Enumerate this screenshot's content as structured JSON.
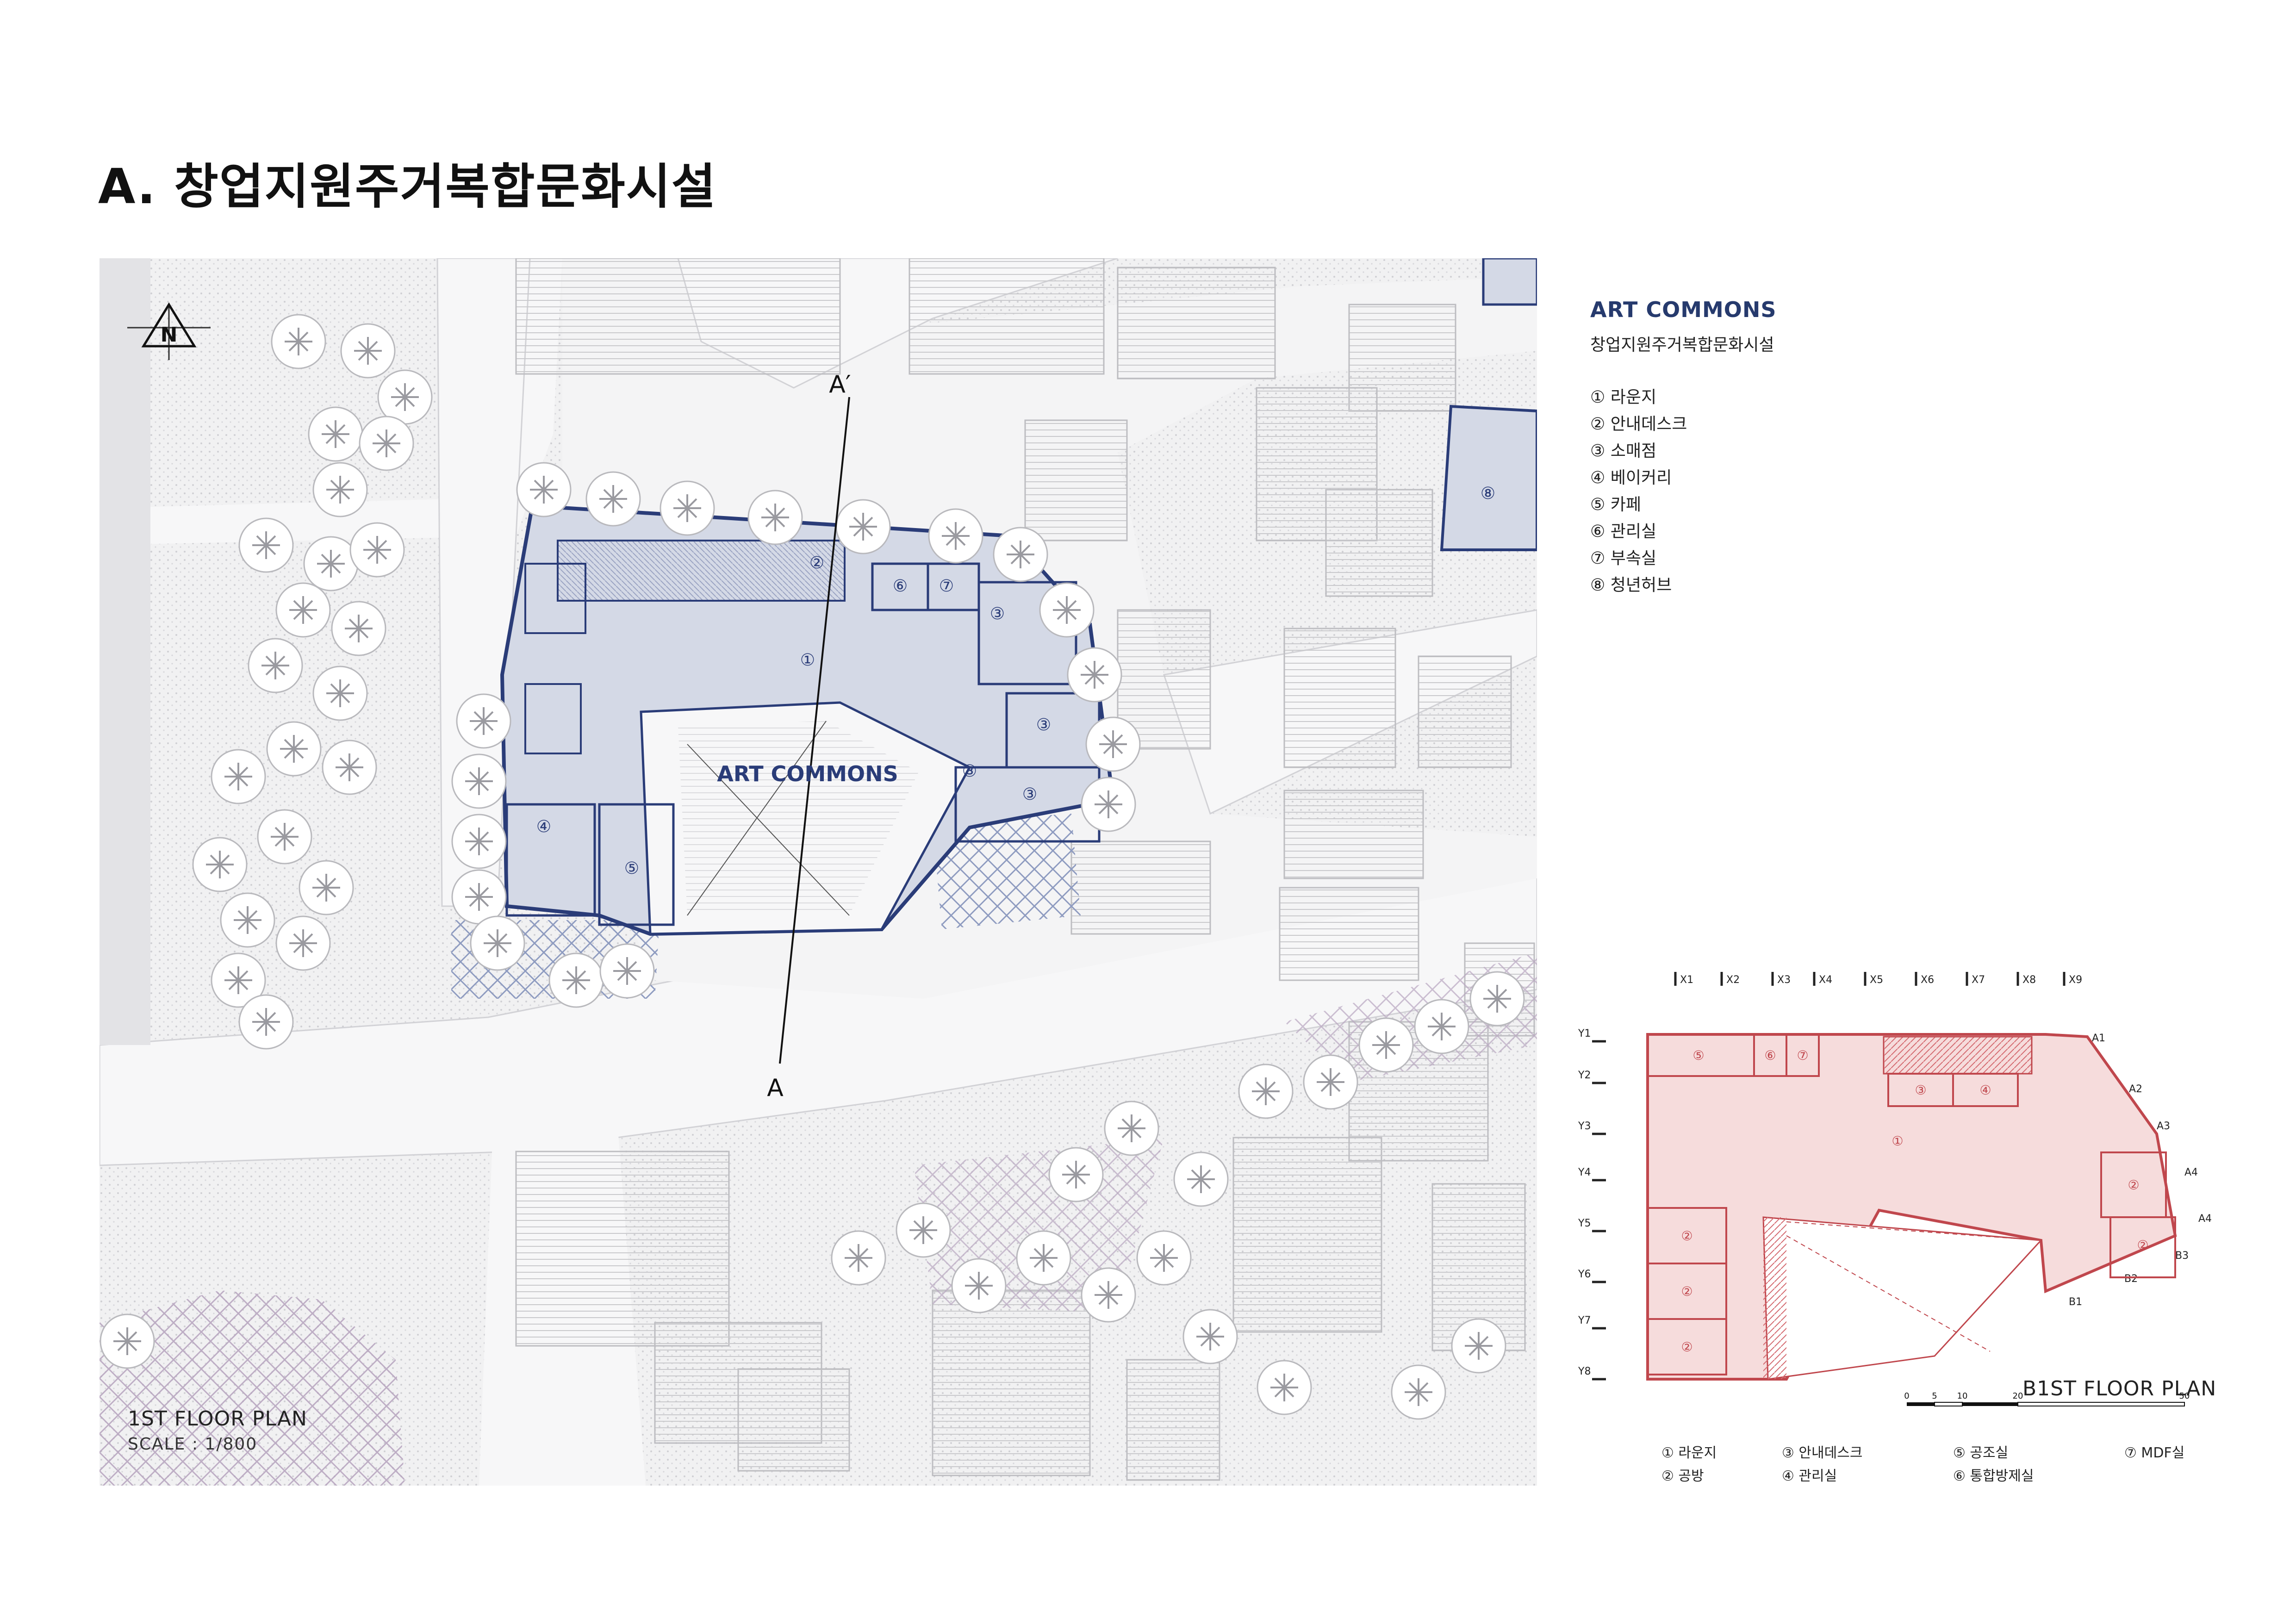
{
  "page": {
    "title": "A. 창업지원주거복합문화시설"
  },
  "site_plan": {
    "north_label": "N",
    "section_top": "A′",
    "section_bottom": "A",
    "building_label": "ART COMMONS",
    "rooms": [
      "①",
      "②",
      "③",
      "③",
      "③",
      "③",
      "④",
      "⑤",
      "⑥",
      "⑦",
      "⑧"
    ],
    "floor_label": "1ST FLOOR PLAN",
    "scale_label": "SCALE : 1/800",
    "colors": {
      "plan_fill": "#d4d9e6",
      "plan_stroke": "#2a3c78",
      "tree": "#ffffff",
      "road": "#f7f7f8",
      "paving": "#d9d6e3"
    }
  },
  "legend": {
    "title": "ART COMMONS",
    "subtitle": "창업지원주거복합문화시설",
    "items": [
      "① 라운지",
      "② 안내데스크",
      "③ 소매점",
      "④ 베이커리",
      "⑤ 카페",
      "⑥ 관리실",
      "⑦ 부속실",
      "⑧ 청년허브"
    ]
  },
  "b1_plan": {
    "title": "B1ST FLOOR PLAN",
    "grid_x": [
      "X1",
      "X2",
      "X3",
      "X4",
      "X5",
      "X6",
      "X7",
      "X8",
      "X9"
    ],
    "grid_y": [
      "Y1",
      "Y2",
      "Y3",
      "Y4",
      "Y5",
      "Y6",
      "Y7",
      "Y8"
    ],
    "grid_a": [
      "A1",
      "A2",
      "A3",
      "A4",
      "A4"
    ],
    "grid_b": [
      "B1",
      "B2",
      "B3"
    ],
    "rooms": [
      "⑤",
      "⑥",
      "⑦",
      "③",
      "④",
      "①",
      "②",
      "②",
      "②",
      "②",
      "②"
    ],
    "scale_ticks": [
      "0",
      "5",
      "10",
      "20",
      "50"
    ],
    "legend": {
      "col1": [
        "① 라운지",
        "② 공방"
      ],
      "col2": [
        "③ 안내데스크",
        "④ 관리실"
      ],
      "col3": [
        "⑤ 공조실",
        "⑥ 통합방제실"
      ],
      "col4": [
        "⑦ MDF실"
      ]
    },
    "colors": {
      "fill": "#f6dcdc",
      "stroke": "#c0474d"
    }
  }
}
